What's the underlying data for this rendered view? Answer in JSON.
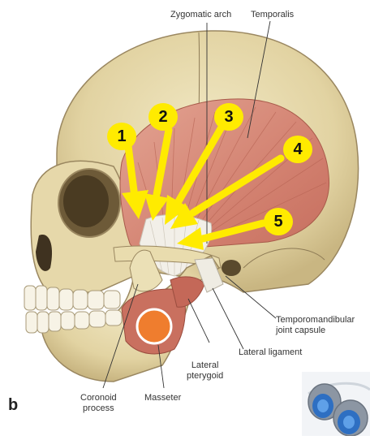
{
  "labels": {
    "zygomatic_arch": "Zygomatic arch",
    "temporalis": "Temporalis",
    "tmj_capsule_line1": "Temporomandibular",
    "tmj_capsule_line2": "joint capsule",
    "lateral_ligament": "Lateral ligament",
    "lateral_pterygoid_line1": "Lateral",
    "lateral_pterygoid_line2": "pterygoid",
    "masseter": "Masseter",
    "coronoid_line1": "Coronoid",
    "coronoid_line2": "process",
    "panel_letter": "b"
  },
  "arrows": [
    {
      "number": "1"
    },
    {
      "number": "2"
    },
    {
      "number": "3"
    },
    {
      "number": "4"
    },
    {
      "number": "5"
    }
  ],
  "colors": {
    "arrow": "#ffeb00",
    "bone": "#e8dcb0",
    "muscle": "#d9897a",
    "marker": "#ef7d2e"
  }
}
